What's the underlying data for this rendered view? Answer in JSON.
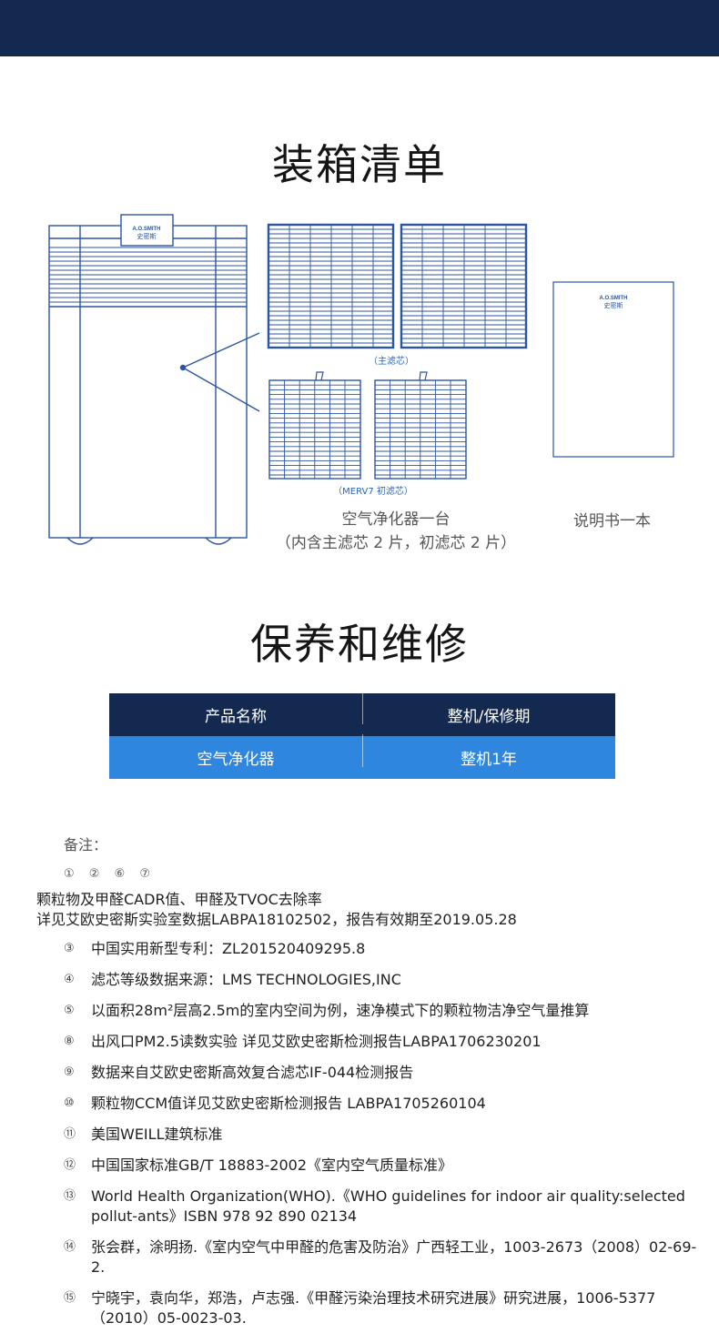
{
  "colors": {
    "navy": "#13294f",
    "blue": "#2f86de",
    "line": "#2c55a0"
  },
  "header": {
    "bar": ""
  },
  "packing": {
    "title": "装箱清单",
    "brand_en": "A.O.SMITH",
    "brand_cn": "史密斯",
    "main_filter_label": "（主滤芯）",
    "pre_filter_label": "（MERV7 初滤芯）",
    "purifier_caption": "空气净化器一台",
    "purifier_sub": "（内含主滤芯 2 片，初滤芯 2 片）",
    "manual_caption": "说明书一本"
  },
  "maintenance": {
    "title": "保养和维修",
    "columns": [
      "产品名称",
      "整机/保修期"
    ],
    "rows": [
      [
        "空气净化器",
        "整机1年"
      ]
    ]
  },
  "notes": {
    "title": "备注：",
    "circles": "① ② ⑥ ⑦",
    "intro_line1": "颗粒物及甲醛CADR值、甲醛及TVOC去除率",
    "intro_line2": "详见艾欧史密斯实验室数据LABPA18102502，报告有效期至2019.05.28",
    "items": [
      {
        "n": "③",
        "t": "中国实用新型专利：ZL201520409295.8"
      },
      {
        "n": "④",
        "t": "滤芯等级数据来源：LMS  TECHNOLOGIES,INC"
      },
      {
        "n": "⑤",
        "t": "以面积28m²层高2.5m的室内空间为例，速净模式下的颗粒物洁净空气量推算"
      },
      {
        "n": "⑧",
        "t": "出风口PM2.5读数实验 详见艾欧史密斯检测报告LABPA1706230201"
      },
      {
        "n": "⑨",
        "t": "数据来自艾欧史密斯高效复合滤芯IF-044检测报告"
      },
      {
        "n": "⑩",
        "t": "颗粒物CCM值详见艾欧史密斯检测报告 LABPA1705260104"
      },
      {
        "n": "⑪",
        "t": "美国WEILL建筑标准"
      },
      {
        "n": "⑫",
        "t": "中国国家标准GB/T 18883-2002《室内空气质量标准》"
      },
      {
        "n": "⑬",
        "t": "World Health Organization(WHO).《WHO guidelines for indoor air quality:selected pollut-ants》ISBN 978 92 890 02134"
      },
      {
        "n": "⑭",
        "t": "张会群，涂明扬.《室内空气中甲醛的危害及防治》广西轻工业，1003-2673（2008）02-69-2."
      },
      {
        "n": "⑮",
        "t": "宁晓宇，袁向华，郑浩，卢志强.《甲醛污染治理技术研究进展》研究进展，1006-5377（2010）05-0023-03."
      }
    ]
  }
}
